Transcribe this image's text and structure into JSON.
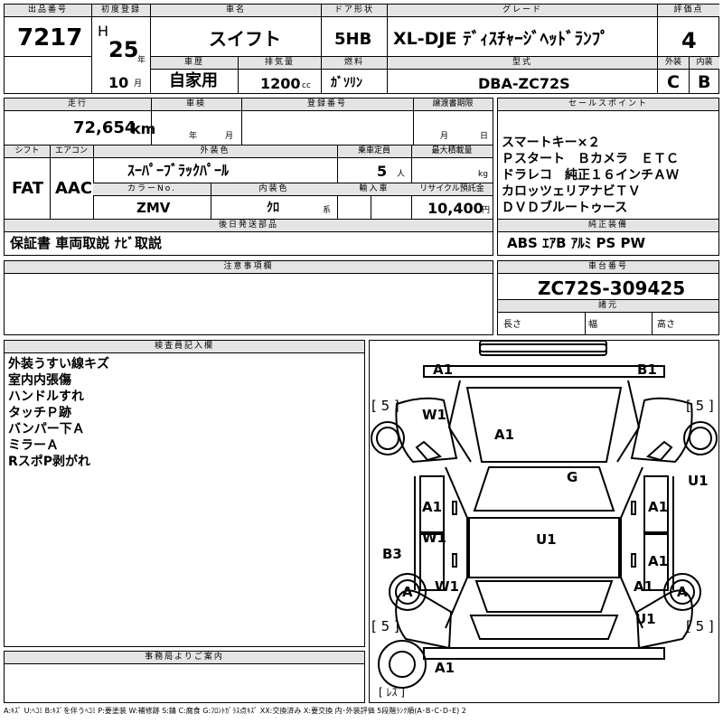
{
  "top": {
    "lot_no_label": "出品番号",
    "lot_no": "7217",
    "first_reg_label": "初度登録",
    "era": "H",
    "year": "25",
    "year_unit": "年",
    "month": "10",
    "month_unit": "月",
    "car_name_label": "車名",
    "car_name": "スイフト",
    "door_label": "ドア形状",
    "door": "5HB",
    "grade_label": "グレード",
    "grade": "XL-DJE ﾃﾞｨｽﾁｬｰｼﾞﾍｯﾄﾞﾗﾝﾌﾟ",
    "score_label": "評価点",
    "score": "4",
    "history_label": "車歴",
    "history": "自家用",
    "displacement_label": "排気量",
    "displacement": "1200",
    "displacement_unit": "cc",
    "fuel_label": "燃料",
    "fuel": "ｶﾞｿﾘﾝ",
    "model_label": "型式",
    "model": "DBA-ZC72S",
    "exterior_label": "外装",
    "exterior": "C",
    "interior_label": "内装",
    "interior": "B"
  },
  "mid": {
    "mileage_label": "走行",
    "mileage": "72,654",
    "mileage_unit": "km",
    "inspection_label": "車検",
    "inspection_year_unit": "年",
    "inspection_month_unit": "月",
    "reg_no_label": "登録番号",
    "transfer_label": "譲渡書期限",
    "transfer_month_unit": "月",
    "transfer_day_unit": "日",
    "shift_label": "シフト",
    "shift": "FAT",
    "ac_label": "エアコン",
    "ac": "AAC",
    "color_label": "外装色",
    "color": "ｽｰﾊﾟｰﾌﾞﾗｯｸﾊﾟｰﾙ",
    "capacity_label": "乗車定員",
    "capacity": "5",
    "capacity_unit": "人",
    "load_label": "最大積載量",
    "load_unit": "kg",
    "color_no_label": "カラーNo.",
    "color_no": "ZMV",
    "int_color_label": "内装色",
    "int_color": "ｸﾛ",
    "int_color_unit": "系",
    "import_label": "輸入車",
    "recycle_label": "リサイクル預託金",
    "recycle": "10,400",
    "recycle_unit": "円",
    "later_label": "後日発送部品",
    "later": "保証書 車両取説 ﾅﾋﾞ取説",
    "sales_label": "セールスポイント",
    "sales_lines": [
      "スマートキー×２",
      "Ｐスタート　Ｂカメラ　ＥＴＣ",
      "ドラレコ　純正１６インチＡＷ",
      "カロッツェリアナビＴＶ",
      "ＤＶＤブルートゥース"
    ],
    "equip_label": "純正装備",
    "equip": "ABS ｴｱB ｱﾙﾐ PS PW"
  },
  "notes": {
    "label": "注意事項欄",
    "chassis_label": "車台番号",
    "chassis": "ZC72S-309425",
    "spec_label": "諸元",
    "length_label": "長さ",
    "width_label": "幅",
    "height_label": "高さ"
  },
  "inspector": {
    "label": "検査員記入欄",
    "lines": [
      "外装うすい線キズ",
      "室内内張傷",
      "ハンドルすれ",
      "タッチＰ跡",
      "バンパー下Ａ",
      "ミラーＡ",
      "RスポP剥がれ"
    ]
  },
  "office": {
    "label": "事務局よりご案内"
  },
  "diagram": {
    "marks": {
      "front_left": "A1",
      "front_right": "B1",
      "tire_fl": "[ 5 ]",
      "tire_fr": "[ 5 ]",
      "tire_rl": "[ 5 ]",
      "tire_rr": "[ 5 ]",
      "fender_l": "W1",
      "hood": "A1",
      "windshield": "G",
      "fender_r": "U1",
      "door_fl": "A1",
      "door_fr": "A1",
      "door_rl": "W1",
      "roof": "U1",
      "sill_l": "B3",
      "door_rr": "A1",
      "quarter_l_ring": "A",
      "quarter_l": "W1",
      "quarter_r_a1": "A1",
      "quarter_r_ring": "A",
      "quarter_r_u1": "U1",
      "rear": "A1",
      "spare": "[ ﾚｽ ]"
    }
  },
  "legend": "A:ｷｽﾞ U:ﾍｺﾐ B:ｷｽﾞを伴うﾍｺﾐ P:要塗装 W:補修跡 S:錆 C:腐食 G:ﾌﾛﾝﾄｶﾞﾗｽ点ｷｽﾞ XX:交換済み X:要交換 内･外装評価 5段階ﾗﾝｸ順(A･B･C･D･E) 2"
}
